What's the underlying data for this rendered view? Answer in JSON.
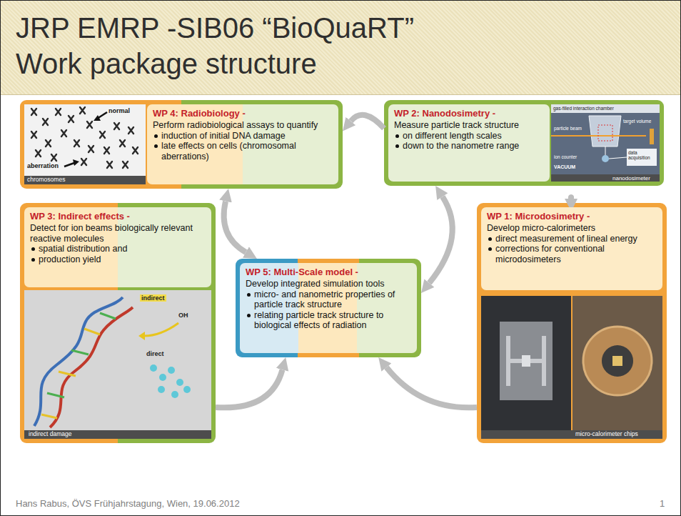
{
  "diagram": {
    "title": "JRP EMRP -SIB06 “BioQuaRT” Work package structure",
    "nodes": [
      {
        "text": [
          "WP 4: Radiobiology -",
          "Perform radiobiological assays to quantify",
          "induction of initial DNA damage",
          "late effects on cells (chromosomal aberrations)"
        ]
      },
      {
        "text": [
          "WP 2: Nanodosimetry -",
          "Measure particle track structure",
          "on different length scales",
          "down to the nanometre range"
        ]
      },
      {
        "text": [
          "WP 3: Indirect effects -",
          "Detect for ion beams biologically relevant reactive molecules",
          "spatial distribution and",
          "production yield"
        ]
      },
      {
        "text": [
          "WP 5: Multi-Scale model -",
          "Develop integrated simulation tools",
          "micro- and nanometric properties of particle track structure",
          "relating particle track structure to biological effects of radiation"
        ]
      },
      {
        "text": [
          "WP 1: Microdosimetry -",
          "Develop micro-calorimeters",
          "direct measurement of lineal energy",
          "corrections for conventional microdosimeters"
        ]
      }
    ],
    "edges": [
      {
        "from": 1,
        "to": 0,
        "arrow": "to"
      },
      {
        "from": 0,
        "to": 3,
        "arrow": "both"
      },
      {
        "from": 1,
        "to": 3,
        "arrow": "both"
      },
      {
        "from": 2,
        "to": 3,
        "arrow": "to"
      },
      {
        "from": 4,
        "to": 3,
        "arrow": "to"
      },
      {
        "from": 4,
        "to": 1,
        "arrow": "to"
      }
    ],
    "labels": [
      "normal",
      "aberration",
      "chromosomes",
      "gas-filled interaction chamber",
      "target volume",
      "particle beam",
      "data acquisition",
      "ion counter",
      "VACUUM",
      "nanodosimeter",
      "indirect",
      "OH",
      "direct",
      "indirect damage",
      "micro-calorimeter chips",
      "Hans Rabus, ÖVS Frühjahrstagung, Wien, 19.06.2012",
      "1"
    ]
  }
}
